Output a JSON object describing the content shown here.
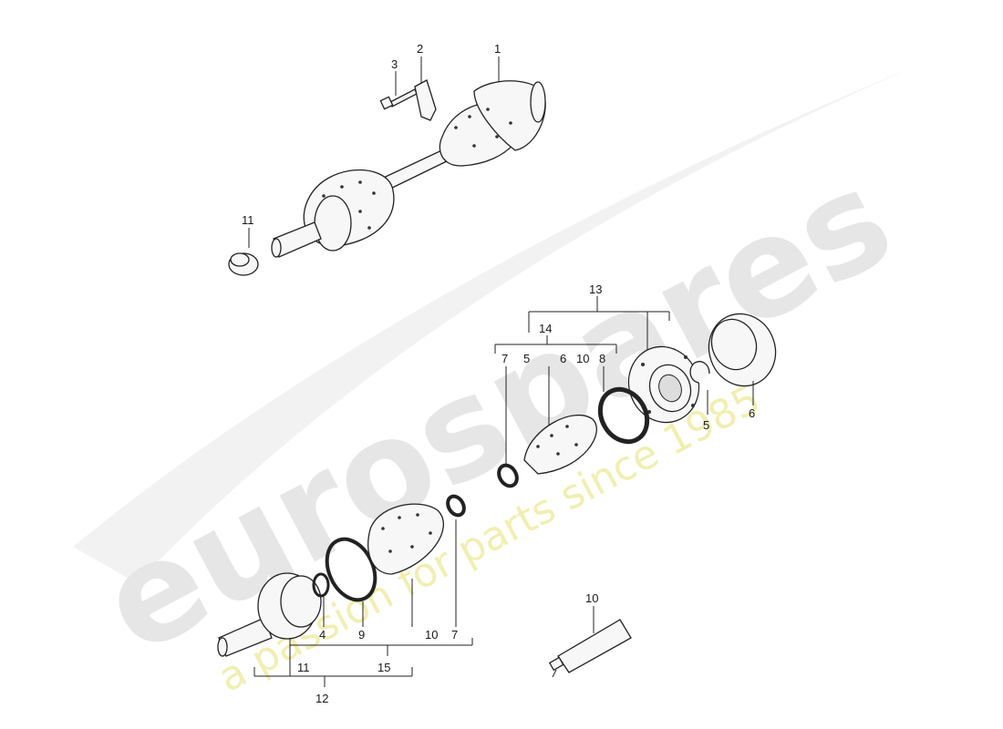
{
  "watermark": {
    "brand": "eurospares",
    "tagline": "a passion for parts since 1985",
    "brand_color": "#e6e6e6",
    "tagline_color": "#f1efb0"
  },
  "callouts": {
    "top_1": "1",
    "top_2": "2",
    "top_3": "3",
    "top_11": "11",
    "g13": "13",
    "g14": "14",
    "g14_7": "7",
    "g14_5": "5",
    "g14_6": "6",
    "g14_10": "10",
    "g14_8": "8",
    "right_5": "5",
    "right_6": "6",
    "b_4": "4",
    "b_9": "9",
    "b_10": "10",
    "b_7": "7",
    "b_11": "11",
    "b_15": "15",
    "b_12": "12",
    "tube_10": "10"
  }
}
